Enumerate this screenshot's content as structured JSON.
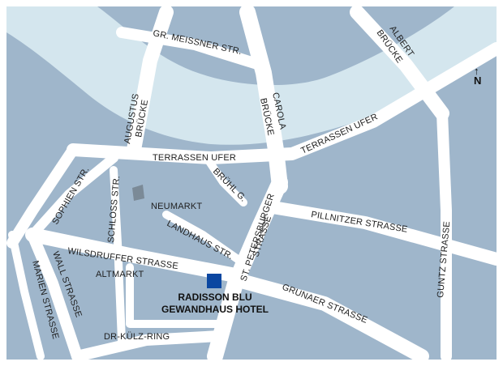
{
  "colors": {
    "background": "#9fb6cb",
    "river": "#d4e6ee",
    "road": "#ffffff",
    "frame": "#ffffff",
    "hotel_marker": "#0b47a1",
    "landmark": "#7b8a97"
  },
  "north_indicator": {
    "arrow": "↑",
    "letter": "N"
  },
  "labels": {
    "gr_meissner_str": "GR. MEISSNER STR.",
    "albert_bruecke_1": "ALBERT",
    "albert_bruecke_2": "BRÜCKE",
    "augustus_1": "AUGUSTUS",
    "augustus_2": "BRÜCKE",
    "carola_1": "CAROLA",
    "carola_2": "BRÜCKE",
    "terrassen_ufer_top": "TERRASSEN UFER",
    "terrassen_ufer_mid": "TERRASSEN UFER",
    "sophien_str": "SOPHIEN STR.",
    "schloss_str": "SCHLOSS STR.",
    "bruehl_g": "BRÜHL G.",
    "neumarkt": "NEUMARKT",
    "landhaus_str": "LANDHAUS STR.",
    "st_petersburger_1": "ST. PETERSBURGER",
    "st_petersburger_2": "STRASSE",
    "pillnitzer_strasse": "PILLNITZER STRASSE",
    "guntz_strasse": "GUNTZ STRASSE",
    "wilsdruffer_strasse": "WILSDRUFFER STRASSE",
    "wall_strasse": "WALL STRASSE",
    "marien_strasse": "MARIEN STRASSE",
    "altmarkt": "ALTMARKT",
    "grunaer_strasse": "GRUNAER STRASSE",
    "dr_kuelz_ring": "DR-KÜLZ-RING"
  },
  "hotel": {
    "line1": "RADISSON BLU",
    "line2": "GEWANDHAUS HOTEL"
  }
}
